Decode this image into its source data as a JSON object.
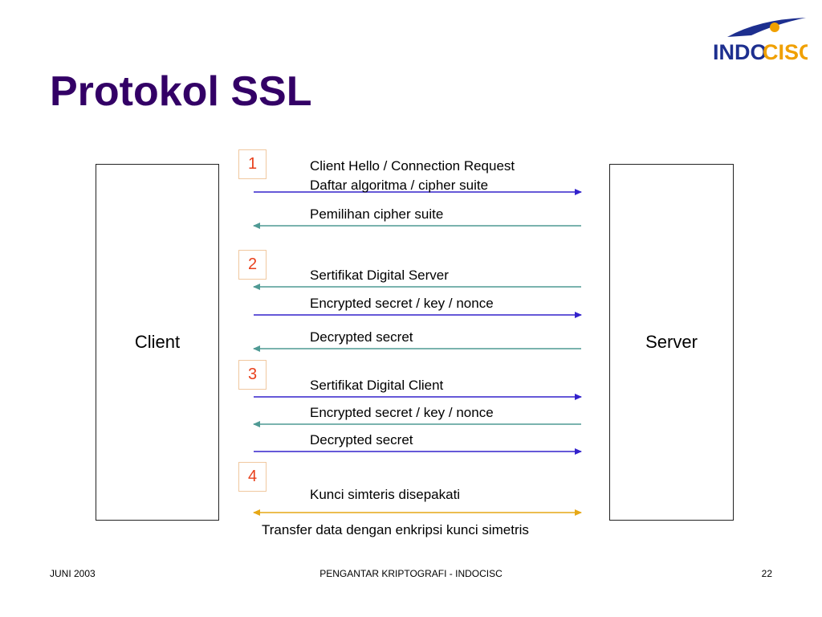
{
  "slide": {
    "title": "Protokol SSL",
    "logo_text_a": "INDO",
    "logo_text_b": "CISC"
  },
  "diagram": {
    "client_label": "Client",
    "server_label": "Server",
    "steps": [
      "1",
      "2",
      "3",
      "4"
    ],
    "messages": [
      "Client Hello / Connection Request",
      "Daftar algoritma / cipher suite",
      "Pemilihan cipher suite",
      "Sertifikat Digital Server",
      "Encrypted secret / key / nonce",
      "Decrypted secret",
      "Sertifikat Digital Client",
      "Encrypted secret / key / nonce",
      "Decrypted secret",
      "Kunci simteris disepakati",
      "Transfer data dengan enkripsi kunci simetris"
    ],
    "colors": {
      "to_server": "#3322cc",
      "to_client": "#4f9a94",
      "both": "#e6a817",
      "title": "#330066",
      "step_number": "#e8401c"
    }
  },
  "footer": {
    "left": "JUNI 2003",
    "center": "PENGANTAR KRIPTOGRAFI - INDOCISC",
    "page": "22"
  }
}
